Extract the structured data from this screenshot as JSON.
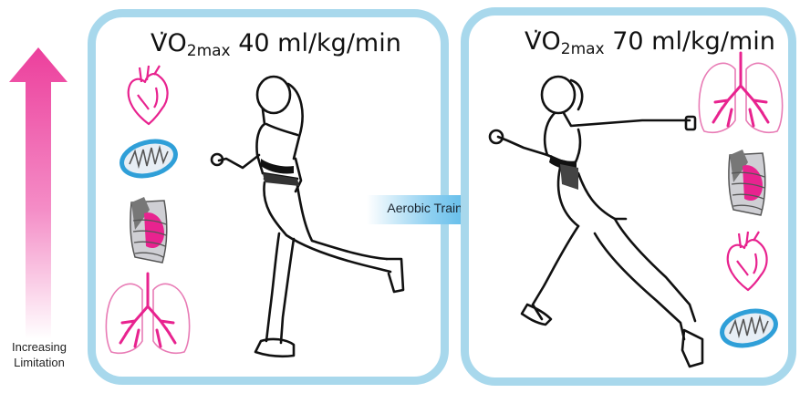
{
  "side_label": {
    "line1": "Increasing",
    "line2": "Limitation"
  },
  "panel_left": {
    "v": "V",
    "o": "O",
    "subscript": "2max",
    "value": "40 ml/kg/min",
    "organs": [
      "heart-icon",
      "mitochondrion-icon",
      "ribcage-icon",
      "lungs-icon"
    ]
  },
  "panel_right": {
    "v": "V",
    "o": "O",
    "subscript": "2max",
    "value": "70 ml/kg/min",
    "organs": [
      "lungs-icon",
      "ribcage-icon",
      "heart-icon",
      "mitochondrion-icon"
    ]
  },
  "arrow": {
    "label": "Aerobic Training"
  },
  "colors": {
    "panel_border": "#a8d8ec",
    "organ_pink": "#e8238f",
    "organ_outline": "#e87bb5",
    "mito_blue": "#2f9fd8",
    "arrow_blue": "#2aa6e0",
    "gradient_top": "#ec3f9c"
  }
}
